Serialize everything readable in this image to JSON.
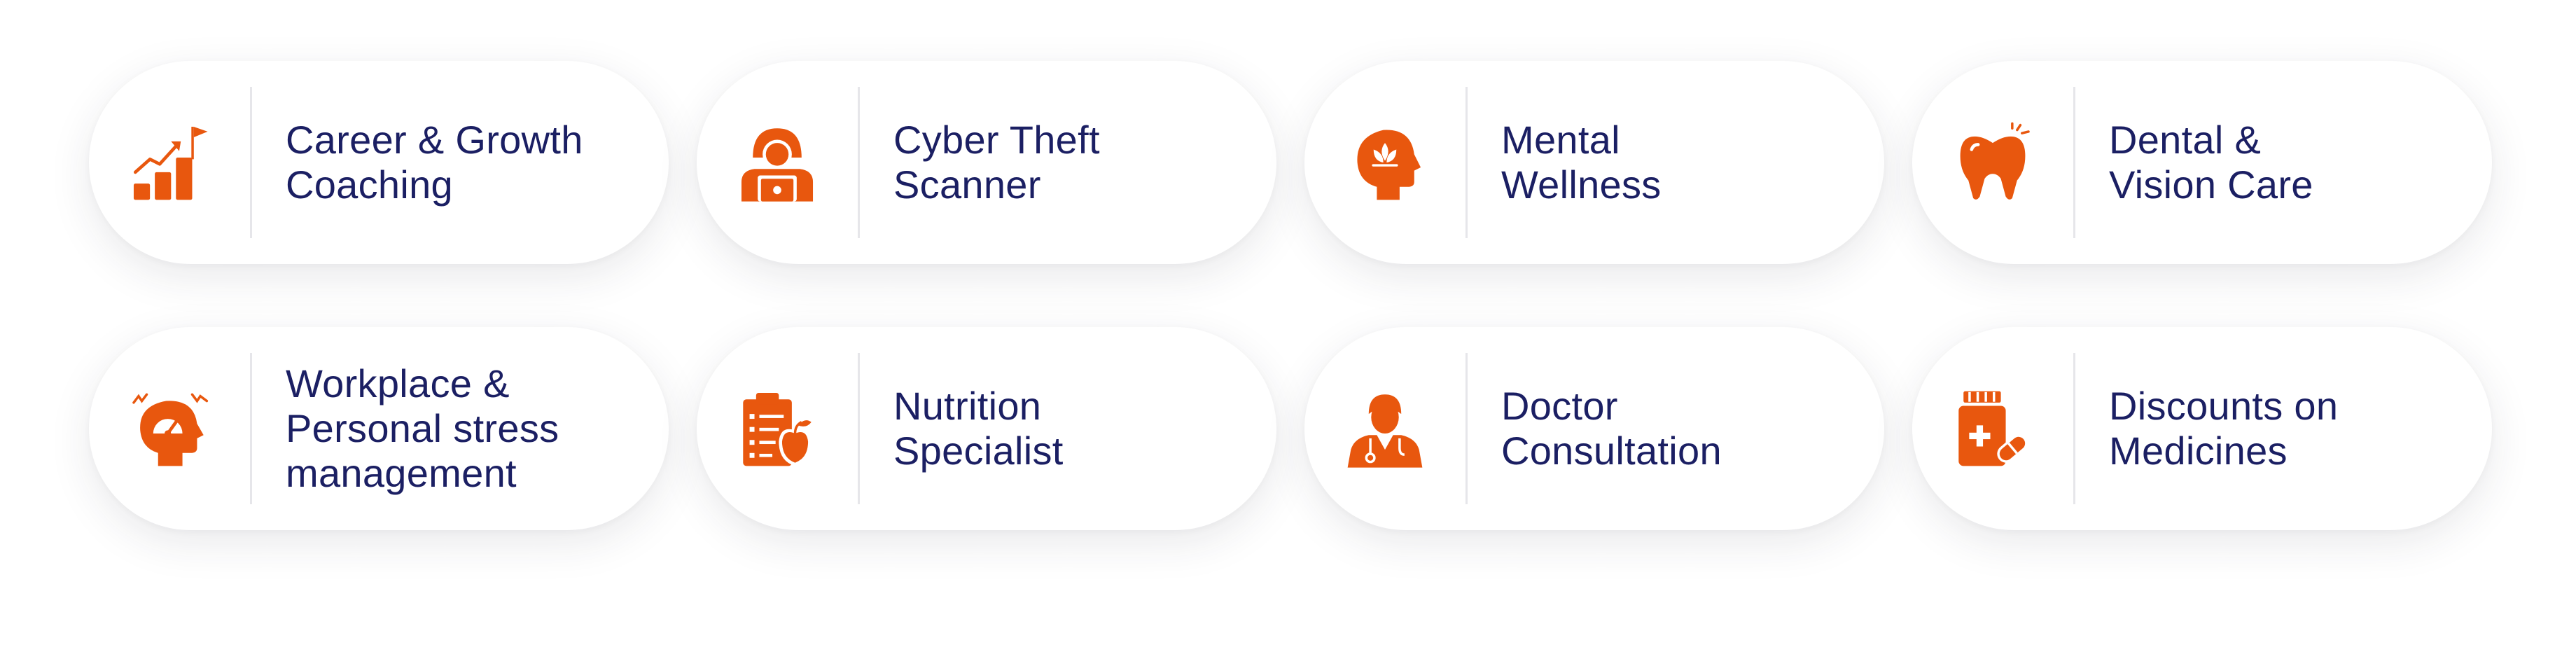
{
  "colors": {
    "accent": "#e8570e",
    "text": "#1b1f63",
    "divider": "#e6e6ea",
    "card": "#ffffff"
  },
  "cards": [
    {
      "label": "Career & Growth\nCoaching",
      "icon": "career-growth-icon"
    },
    {
      "label": "Cyber Theft\nScanner",
      "icon": "cyber-theft-icon"
    },
    {
      "label": "Mental\nWellness",
      "icon": "mental-wellness-icon"
    },
    {
      "label": "Dental &\nVision Care",
      "icon": "tooth-icon"
    },
    {
      "label": "Workplace &\nPersonal stress\nmanagement",
      "icon": "stress-head-icon"
    },
    {
      "label": "Nutrition\nSpecialist",
      "icon": "nutrition-clipboard-icon"
    },
    {
      "label": "Doctor\nConsultation",
      "icon": "doctor-icon"
    },
    {
      "label": "Discounts on\nMedicines",
      "icon": "medicine-bottle-icon"
    }
  ]
}
